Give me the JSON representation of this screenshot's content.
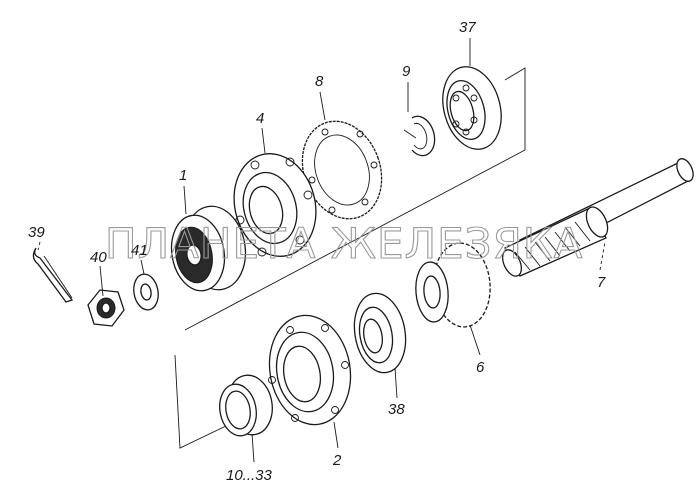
{
  "diagram": {
    "watermark": "ПЛАНЕТА ЖЕЛЕЗЯКА",
    "labels": {
      "p1": "1",
      "p2": "2",
      "p4": "4",
      "p6": "6",
      "p7": "7",
      "p8": "8",
      "p9": "9",
      "p37": "37",
      "p38": "38",
      "p39": "39",
      "p40": "40",
      "p41": "41",
      "p10_33": "10...33"
    }
  }
}
